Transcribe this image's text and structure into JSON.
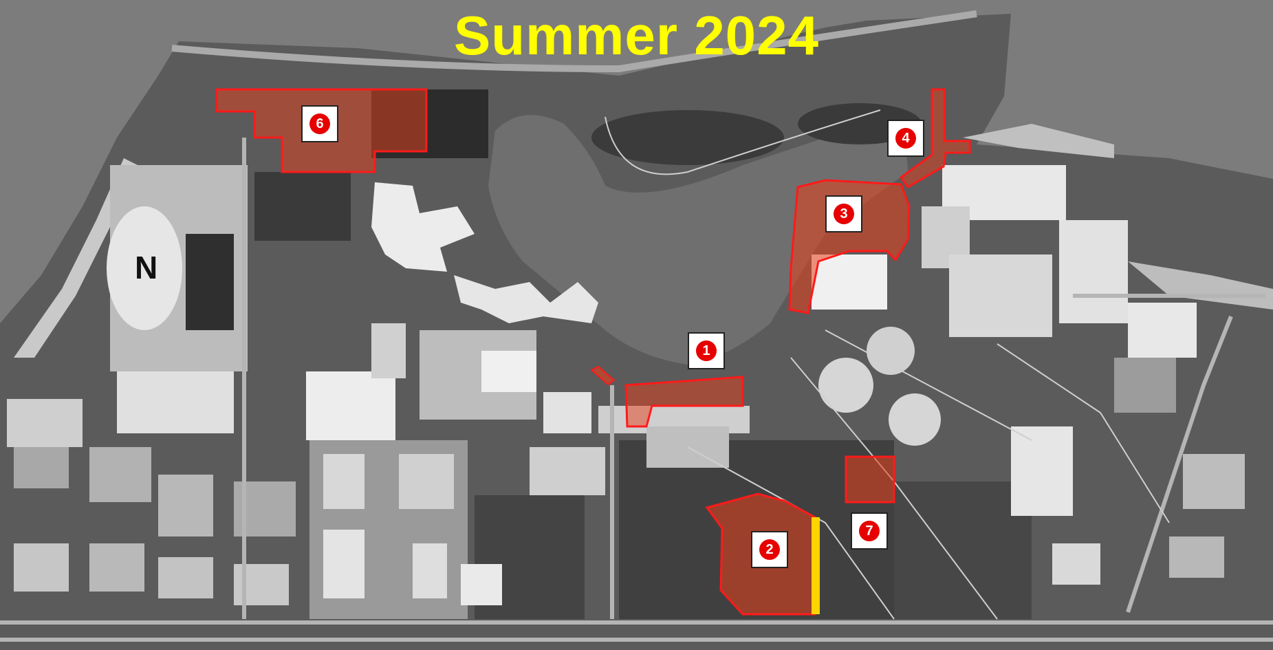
{
  "map": {
    "title": "Summer 2024",
    "arena_letter": "N",
    "colors": {
      "title": "#ffff00",
      "zone_fill": "#e8401c",
      "zone_outline": "#ff1a1a",
      "accent_strip": "#ffd400",
      "marker_dot": "#e60000"
    },
    "zones": [
      {
        "id": "1",
        "label": "1"
      },
      {
        "id": "2",
        "label": "2"
      },
      {
        "id": "3",
        "label": "3"
      },
      {
        "id": "4",
        "label": "4"
      },
      {
        "id": "6",
        "label": "6"
      },
      {
        "id": "7",
        "label": "7"
      }
    ]
  }
}
